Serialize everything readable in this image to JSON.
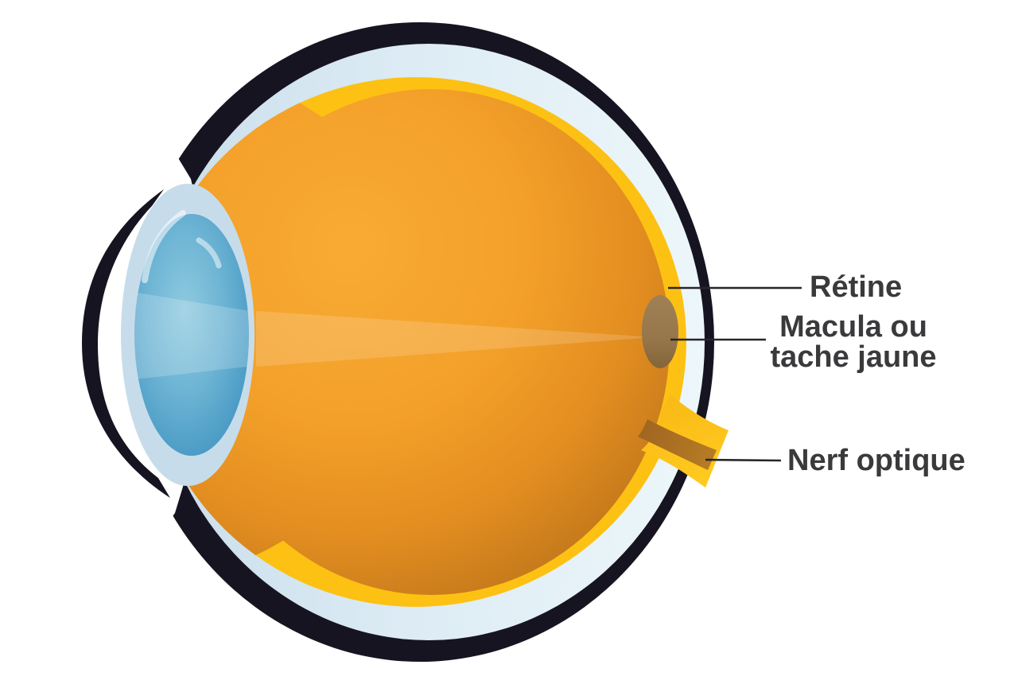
{
  "labels": {
    "retina": {
      "text": "Rétine"
    },
    "macula": {
      "line1": "Macula ou",
      "line2": "tache jaune"
    },
    "optic_nerve": {
      "text": "Nerf optique"
    }
  },
  "palette": {
    "outline_black": "#171421",
    "sclera_blue": "#d9e9f2",
    "retina_yellow": "#fdc113",
    "vitreous_orange": "#f3a02a",
    "vitreous_dark": "#b06d1a",
    "lens_blue": "#57a6cc",
    "anterior_chamber": "#c7dcea",
    "macula_brown": "#96764a",
    "nerve_core_brown": "#ab6d21",
    "label_text": "#3a393b",
    "leader_line": "#26262a",
    "background": "#ffffff"
  }
}
